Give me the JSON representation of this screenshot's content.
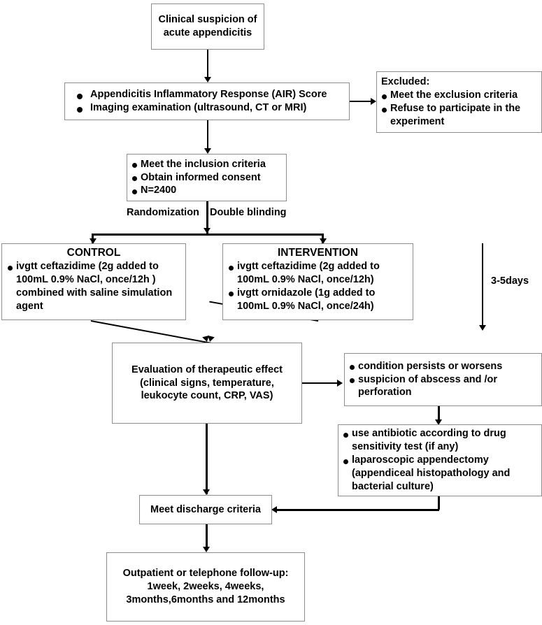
{
  "diagram": {
    "title": "Clinical trial flow diagram for acute appendicitis treatment",
    "line_color": "#000000",
    "box_border_color": "#8d8d8d",
    "background": "#ffffff"
  },
  "nodes": {
    "suspicion": {
      "line1": "Clinical suspicion of",
      "line2": "acute appendicitis"
    },
    "screening": {
      "bullets": [
        "Appendicitis Inflammatory Response (AIR) Score",
        "Imaging examination (ultrasound, CT or MRI)"
      ]
    },
    "excluded": {
      "header": "Excluded:",
      "bullets": [
        "Meet the exclusion criteria",
        "Refuse to participate in the experiment"
      ]
    },
    "inclusion": {
      "bullets": [
        "Meet the inclusion criteria",
        "Obtain informed consent",
        "N=2400"
      ]
    },
    "randomization": {
      "left_label": "Randomization",
      "right_label": "Double blinding"
    },
    "control": {
      "title": "CONTROL",
      "bullets": [
        "ivgtt ceftazidime (2g added to 100mL 0.9% NaCl, once/12h ) combined with saline simulation agent"
      ]
    },
    "intervention": {
      "title": "INTERVENTION",
      "bullets": [
        "ivgtt ceftazidime (2g added to 100mL 0.9% NaCl, once/12h)",
        "ivgtt ornidazole (1g added to 100mL 0.9% NaCl, once/24h)"
      ]
    },
    "duration": {
      "label": "3-5days"
    },
    "evaluation": {
      "line1": "Evaluation of therapeutic effect",
      "line2": "(clinical signs, temperature,",
      "line3": "leukocyte count, CRP, VAS)"
    },
    "failure": {
      "bullets": [
        "condition persists or worsens",
        "suspicion of  abscess  and /or perforation"
      ]
    },
    "rescue": {
      "bullets": [
        "use antibiotic according to drug sensitivity test (if any)",
        "laparoscopic appendectomy (appendiceal histopathology and bacterial culture)"
      ]
    },
    "discharge": {
      "label": "Meet discharge criteria"
    },
    "followup": {
      "line1": "Outpatient  or telephone follow-up:",
      "line2": "1week, 2weeks, 4weeks,",
      "line3": "3months,6months and 12months"
    }
  }
}
